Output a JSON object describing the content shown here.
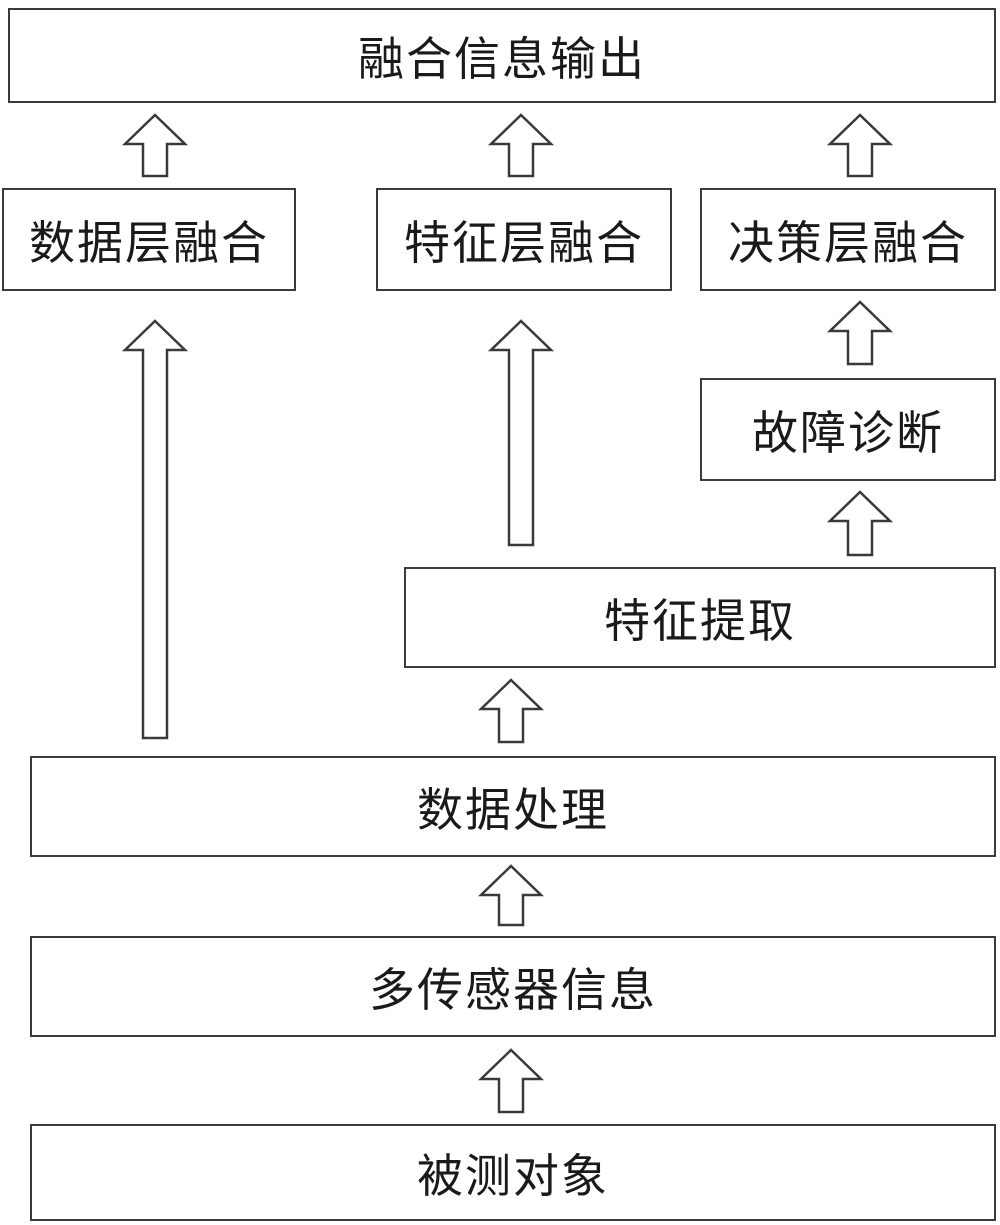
{
  "nodes": {
    "fusion_output": "融合信息输出",
    "data_layer_fusion": "数据层融合",
    "feature_layer_fusion": "特征层融合",
    "decision_layer_fusion": "决策层融合",
    "fault_diagnosis": "故障诊断",
    "feature_extraction": "特征提取",
    "data_processing": "数据处理",
    "multi_sensor_info": "多传感器信息",
    "measured_object": "被测对象"
  },
  "colors": {
    "stroke": "#3a3a3a",
    "fill": "#ffffff",
    "text": "#1a1a1a"
  }
}
